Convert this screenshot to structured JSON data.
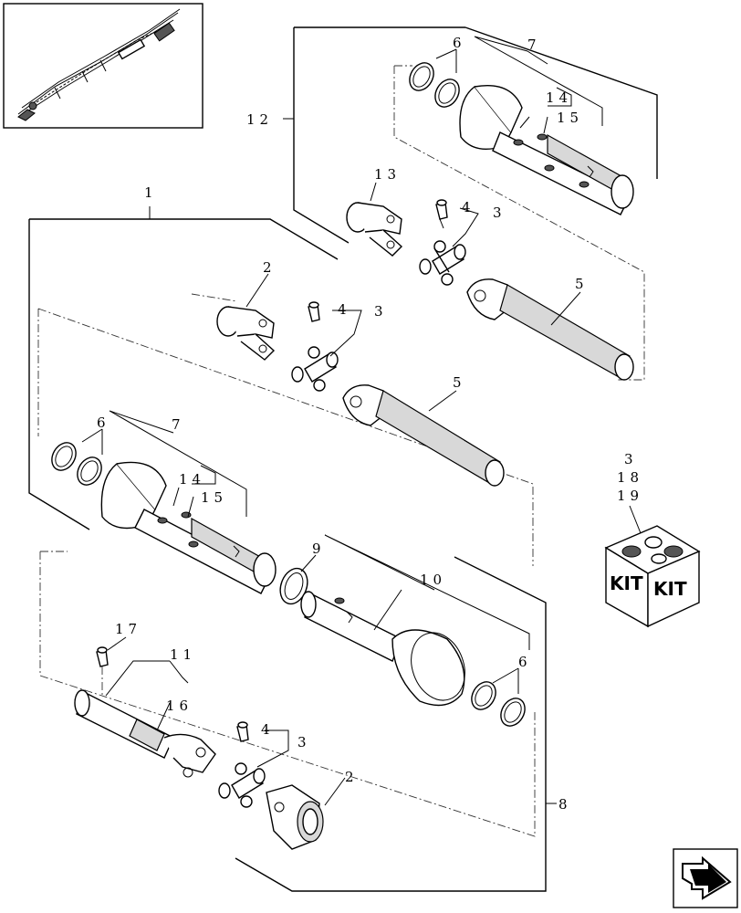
{
  "callouts": {
    "c1": "1",
    "c2_top": "2",
    "c2_bottom": "2",
    "c3_top": "3",
    "c3_mid": "3",
    "c3_bottom": "3",
    "c4_top": "4",
    "c4_mid": "4",
    "c4_bottom": "4",
    "c5_top": "5",
    "c5_mid": "5",
    "c6_top": "6",
    "c6_left": "6",
    "c6_right": "6",
    "c7_top": "7",
    "c7_left": "7",
    "c8": "8",
    "c9": "9",
    "c10": "10",
    "c11": "11",
    "c12": "12",
    "c13": "13",
    "c14_top": "14",
    "c14_left": "14",
    "c15_top": "15",
    "c15_left": "15",
    "c16": "16",
    "c17": "17"
  },
  "kit": {
    "ref_a": "3",
    "ref_b": "18",
    "ref_c": "19",
    "label_left": "KIT",
    "label_right": "KIT"
  },
  "icons": {
    "overview": "machine-overview-thumbnail-icon",
    "navigation": "next-page-arrow-icon"
  }
}
